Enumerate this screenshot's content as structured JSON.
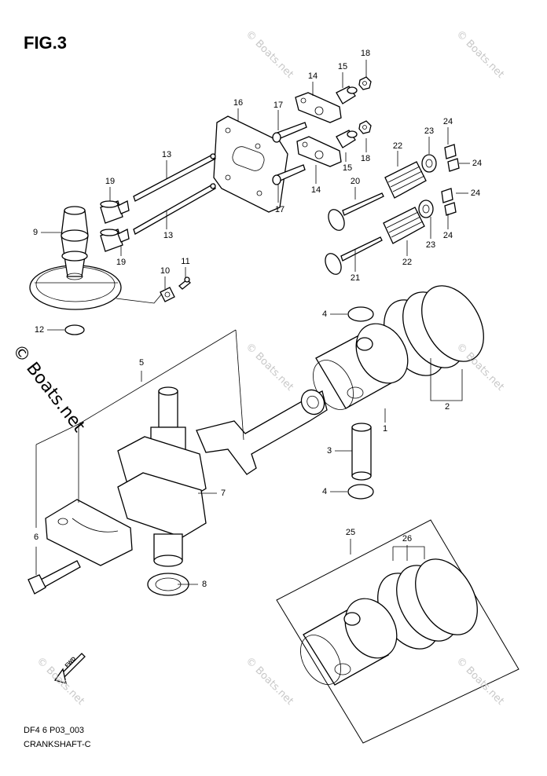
{
  "figure": {
    "title": "FIG.3",
    "code": "DF4 6 P03_003",
    "name": "CRANKSHAFT-C",
    "fwd_label": "FWD"
  },
  "watermark": {
    "small": "© Boats.net",
    "large": "© Boats.net",
    "color": "#c8c8c8"
  },
  "callouts": [
    {
      "id": "c18a",
      "text": "18"
    },
    {
      "id": "c14a",
      "text": "14"
    },
    {
      "id": "c15a",
      "text": "15"
    },
    {
      "id": "c16",
      "text": "16"
    },
    {
      "id": "c17a",
      "text": "17"
    },
    {
      "id": "c18b",
      "text": "18"
    },
    {
      "id": "c15b",
      "text": "15"
    },
    {
      "id": "c14b",
      "text": "14"
    },
    {
      "id": "c17b",
      "text": "17"
    },
    {
      "id": "c24a",
      "text": "24"
    },
    {
      "id": "c23a",
      "text": "23"
    },
    {
      "id": "c22a",
      "text": "22"
    },
    {
      "id": "c24b",
      "text": "24"
    },
    {
      "id": "c24c",
      "text": "24"
    },
    {
      "id": "c24d",
      "text": "24"
    },
    {
      "id": "c20",
      "text": "20"
    },
    {
      "id": "c23b",
      "text": "23"
    },
    {
      "id": "c22b",
      "text": "22"
    },
    {
      "id": "c21",
      "text": "21"
    },
    {
      "id": "c13a",
      "text": "13"
    },
    {
      "id": "c13b",
      "text": "13"
    },
    {
      "id": "c19a",
      "text": "19"
    },
    {
      "id": "c19b",
      "text": "19"
    },
    {
      "id": "c9",
      "text": "9"
    },
    {
      "id": "c11",
      "text": "11"
    },
    {
      "id": "c10",
      "text": "10"
    },
    {
      "id": "c12",
      "text": "12"
    },
    {
      "id": "c4a",
      "text": "4"
    },
    {
      "id": "c2",
      "text": "2"
    },
    {
      "id": "c1",
      "text": "1"
    },
    {
      "id": "c5",
      "text": "5"
    },
    {
      "id": "c3",
      "text": "3"
    },
    {
      "id": "c4b",
      "text": "4"
    },
    {
      "id": "c7",
      "text": "7"
    },
    {
      "id": "c6",
      "text": "6"
    },
    {
      "id": "c8",
      "text": "8"
    },
    {
      "id": "c25",
      "text": "25"
    },
    {
      "id": "c26",
      "text": "26"
    }
  ]
}
